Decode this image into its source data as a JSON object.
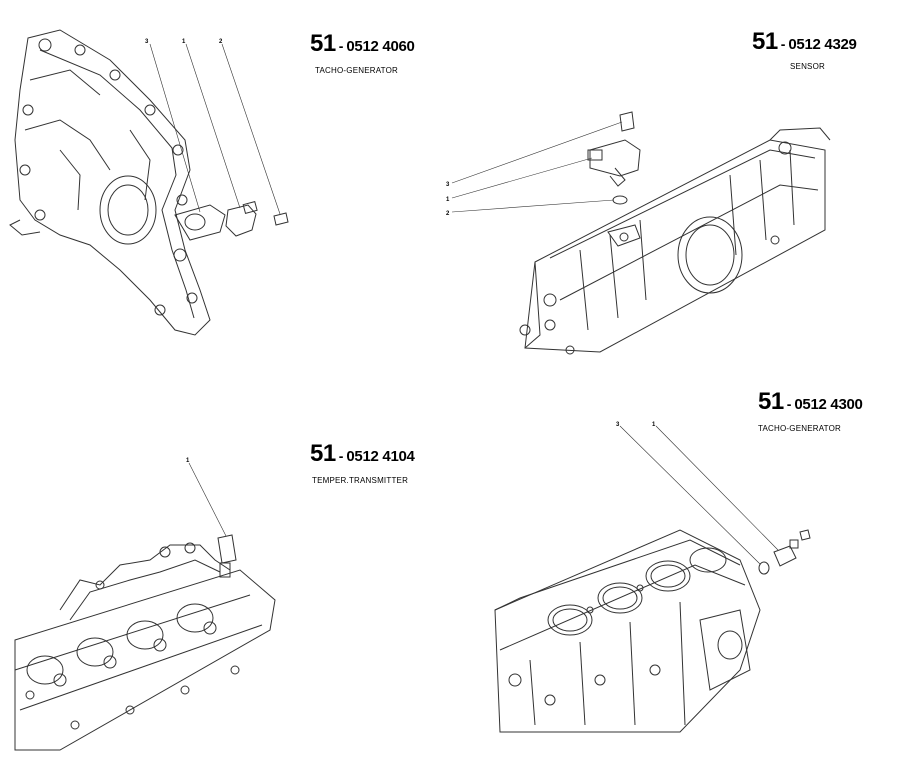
{
  "parts": [
    {
      "group": "51",
      "dash": "-",
      "number": "0512 4060",
      "description": "TACHO-GENERATOR",
      "callouts": [
        "3",
        "1",
        "2"
      ]
    },
    {
      "group": "51",
      "dash": "-",
      "number": "0512 4329",
      "description": "SENSOR",
      "callouts": [
        "3",
        "1",
        "2"
      ]
    },
    {
      "group": "51",
      "dash": "-",
      "number": "0512 4104",
      "description": "TEMPER.TRANSMITTER",
      "callouts": [
        "1"
      ]
    },
    {
      "group": "51",
      "dash": "-",
      "number": "0512 4300",
      "description": "TACHO-GENERATOR",
      "callouts": [
        "3",
        "1"
      ]
    }
  ],
  "colors": {
    "line": "#333333",
    "background": "#ffffff"
  }
}
